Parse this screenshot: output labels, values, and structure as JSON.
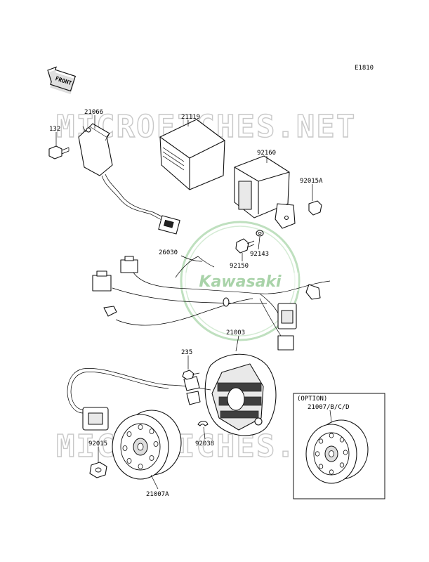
{
  "diagram": {
    "code": "E1810",
    "front_label": "FRONT",
    "watermark": "MICROFICHES.NET",
    "logo_text": "Kawasaki",
    "option_label": "(OPTION)",
    "parts": [
      {
        "id": "p21066",
        "number": "21066"
      },
      {
        "id": "p132",
        "number": "132"
      },
      {
        "id": "p21119",
        "number": "21119"
      },
      {
        "id": "p92160",
        "number": "92160"
      },
      {
        "id": "p92015A",
        "number": "92015A"
      },
      {
        "id": "p92143",
        "number": "92143"
      },
      {
        "id": "p92150",
        "number": "92150"
      },
      {
        "id": "p26030",
        "number": "26030"
      },
      {
        "id": "p21003",
        "number": "21003"
      },
      {
        "id": "p235",
        "number": "235"
      },
      {
        "id": "p92015",
        "number": "92015"
      },
      {
        "id": "p92038",
        "number": "92038"
      },
      {
        "id": "p21007A",
        "number": "21007A"
      },
      {
        "id": "p21007BCD",
        "number": "21007/B/C/D"
      }
    ]
  }
}
